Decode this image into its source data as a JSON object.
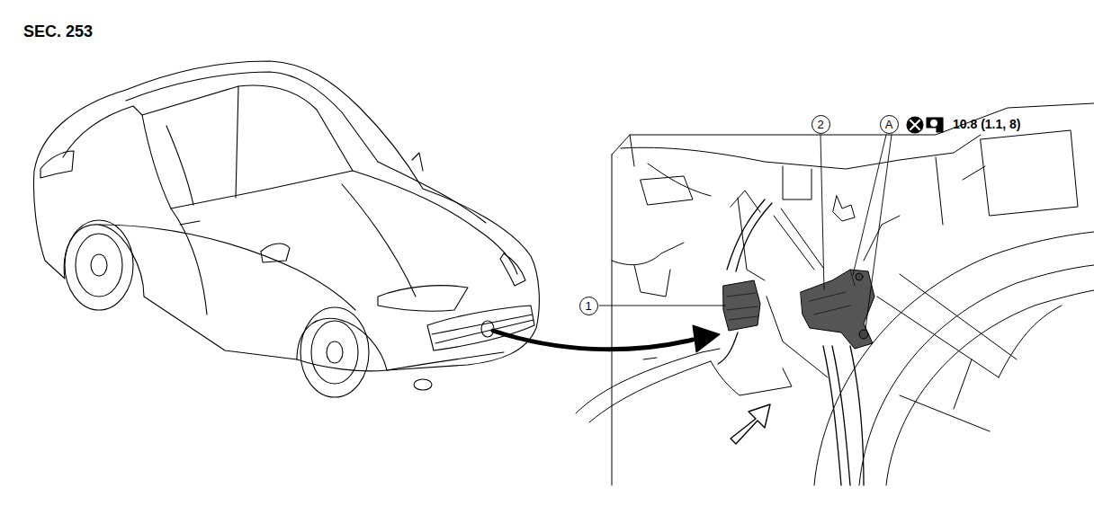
{
  "diagram": {
    "title": "SEC. 253",
    "nodes": [
      {
        "text": [
          "1"
        ]
      },
      {
        "text": [
          "2"
        ]
      },
      {
        "text": [
          "A"
        ]
      }
    ],
    "labels": [
      "10.8 (1.1, 8)"
    ]
  }
}
